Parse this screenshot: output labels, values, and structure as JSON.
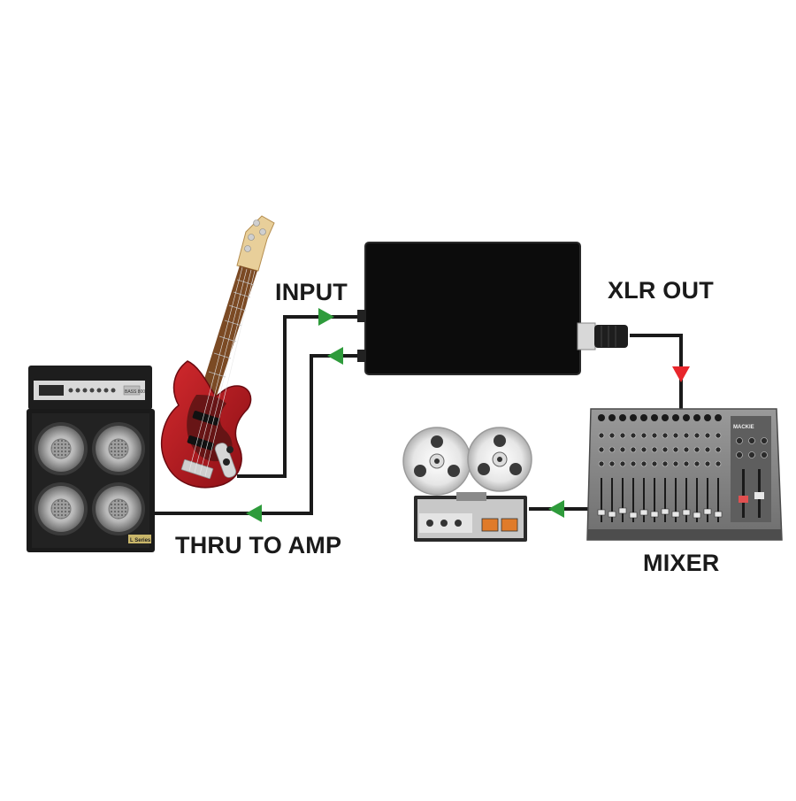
{
  "labels": {
    "input": "INPUT",
    "xlr_out": "XLR OUT",
    "thru_to_amp": "THRU TO AMP",
    "mixer": "MIXER"
  },
  "devices": {
    "amp_head_model": "BASS 800",
    "cabinet_badge": "L Series",
    "mixer_brand": "MACKIE"
  },
  "icons": {
    "amplifier": "bass-amp-cabinet-icon",
    "guitar": "bass-guitar-icon",
    "di_box": "di-box-icon",
    "xlr": "xlr-connector-icon",
    "mixer": "mixer-console-icon",
    "tape": "reel-to-reel-tape-icon"
  },
  "colors": {
    "cable": "#1a1a1a",
    "signal_arrow": "#2e9b3b",
    "output_arrow": "#e8262b",
    "box": "#0c0c0c",
    "guitar_body": "#b61a22"
  }
}
